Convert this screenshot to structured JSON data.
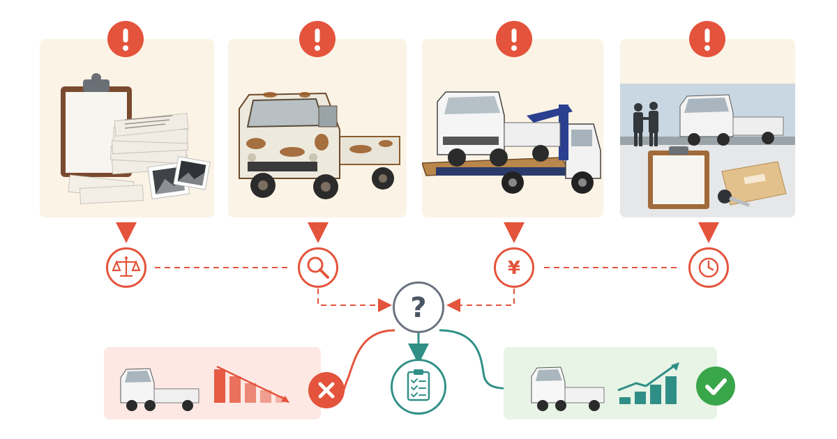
{
  "diagram": {
    "cards": [
      {
        "id": "documents",
        "icon": "exclamation-icon",
        "scene": "clipboard-and-papers"
      },
      {
        "id": "rusty-truck",
        "icon": "exclamation-icon",
        "scene": "rusty-kei-truck"
      },
      {
        "id": "tow-truck",
        "icon": "exclamation-icon",
        "scene": "kei-truck-on-tow-truck"
      },
      {
        "id": "handover",
        "icon": "exclamation-icon",
        "scene": "handshake-with-documents-and-keys"
      }
    ],
    "factors": [
      {
        "id": "legal",
        "icon": "scales-icon"
      },
      {
        "id": "inspection",
        "icon": "magnifier-icon"
      },
      {
        "id": "price",
        "icon": "yen-icon",
        "symbol": "¥"
      },
      {
        "id": "time",
        "icon": "clock-icon"
      }
    ],
    "decision": {
      "icon": "question-icon",
      "symbol": "?"
    },
    "checklist": {
      "icon": "checklist-icon"
    },
    "outcomes": [
      {
        "id": "bad",
        "chart": "declining-bars",
        "result": "cross-icon"
      },
      {
        "id": "good",
        "chart": "rising-bars",
        "result": "check-icon"
      }
    ],
    "colors": {
      "card_bg": "#fbf3e6",
      "alert": "#e4533b",
      "bad_bg": "#fde8e3",
      "good_bg": "#e7f4e6",
      "teal": "#2f8f86",
      "green": "#3aa64a",
      "question_ring": "#6b7280"
    }
  }
}
